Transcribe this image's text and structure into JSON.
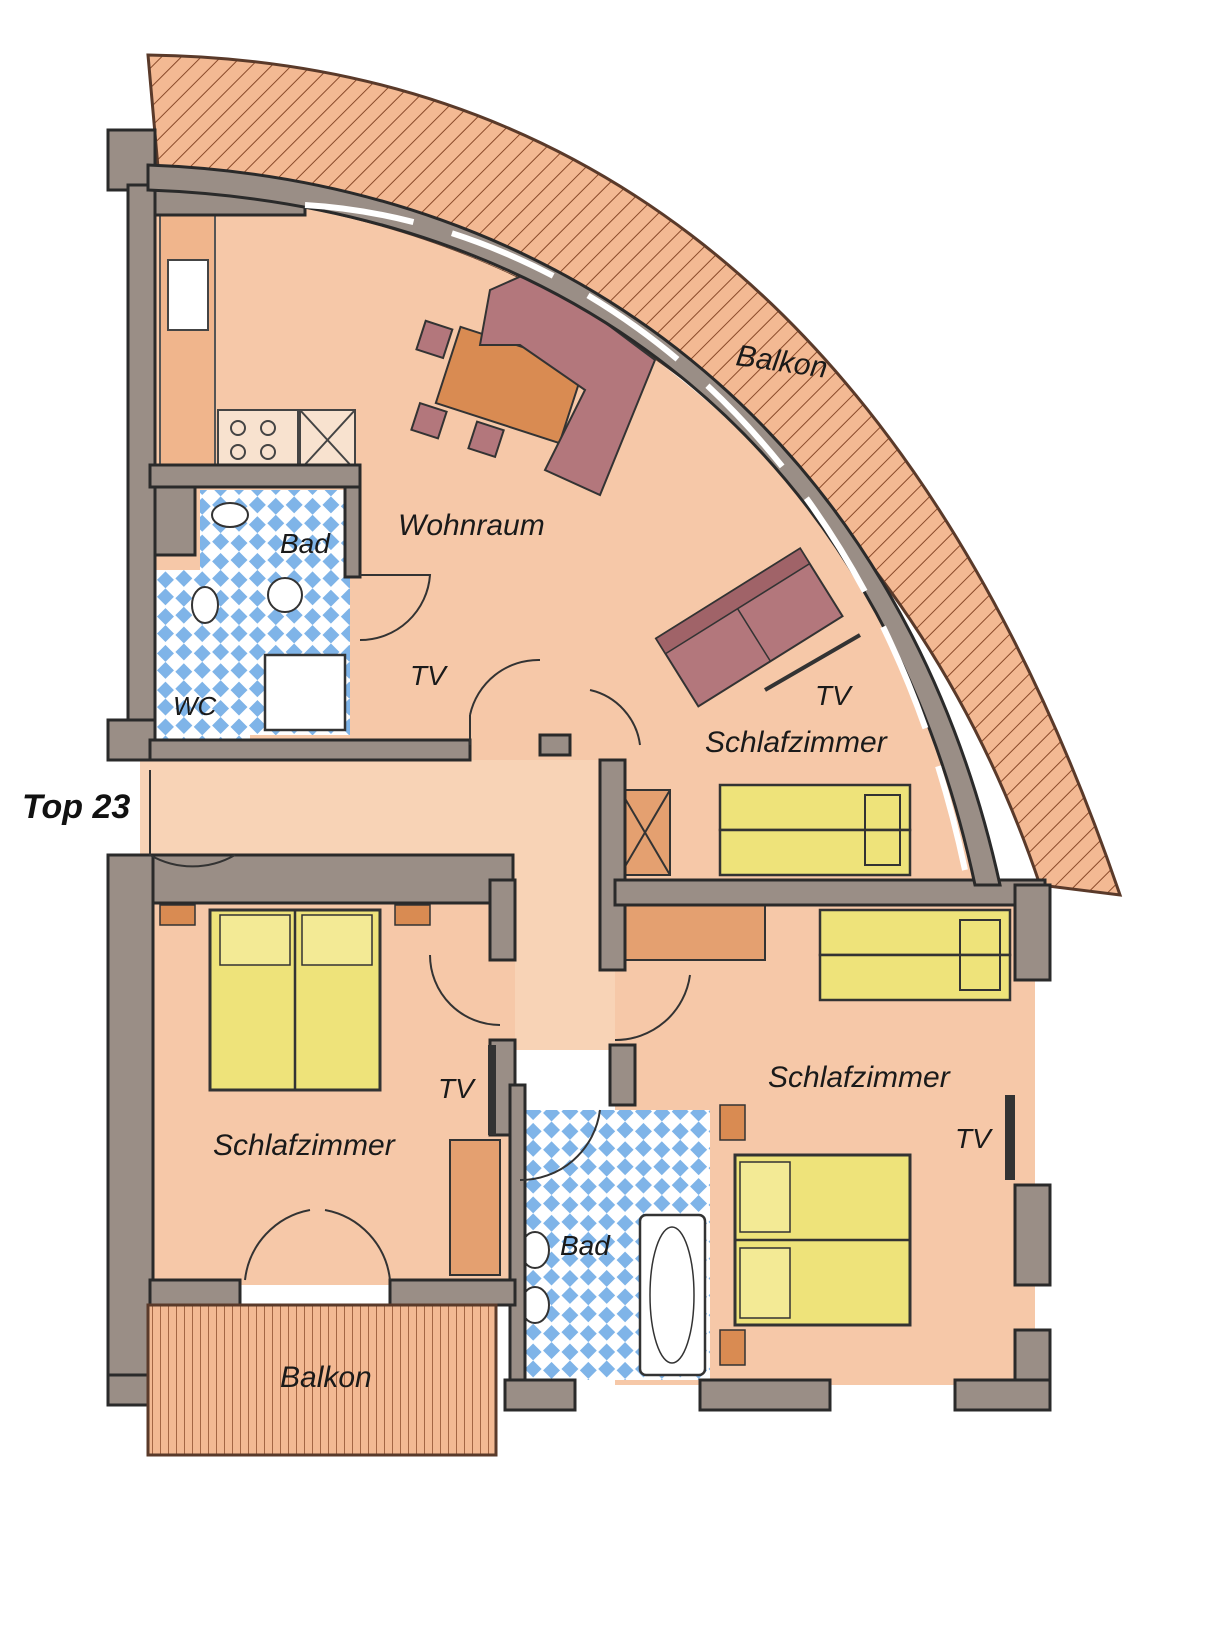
{
  "plan": {
    "unit_label": "Top 23",
    "rooms": {
      "balkon_top": "Balkon",
      "wohnraum": "Wohnraum",
      "bad_small": "Bad",
      "wc": "WC",
      "schlafzimmer_upper_right": "Schlafzimmer",
      "schlafzimmer_lower_left": "Schlafzimmer",
      "schlafzimmer_lower_right": "Schlafzimmer",
      "bad_large": "Bad",
      "balkon_bottom": "Balkon"
    },
    "tv_labels": {
      "tv_wohnraum": "TV",
      "tv_schlaf_upper": "TV",
      "tv_schlaf_lower_left": "TV",
      "tv_schlaf_lower_right": "TV"
    }
  },
  "colors": {
    "floor": "#f6c8a8",
    "floor_light": "#f9dcc6",
    "wall": "#9a8e86",
    "wall_dark": "#3a3a3a",
    "balcony": "#f3b993",
    "balcony_hatch": "#8a4a2a",
    "bed": "#eee37a",
    "sofa": "#b3777c",
    "table": "#d98b52",
    "cabinet": "#e4a070",
    "tile_blue": "#7fb4e8",
    "tile_white": "#ffffff"
  }
}
